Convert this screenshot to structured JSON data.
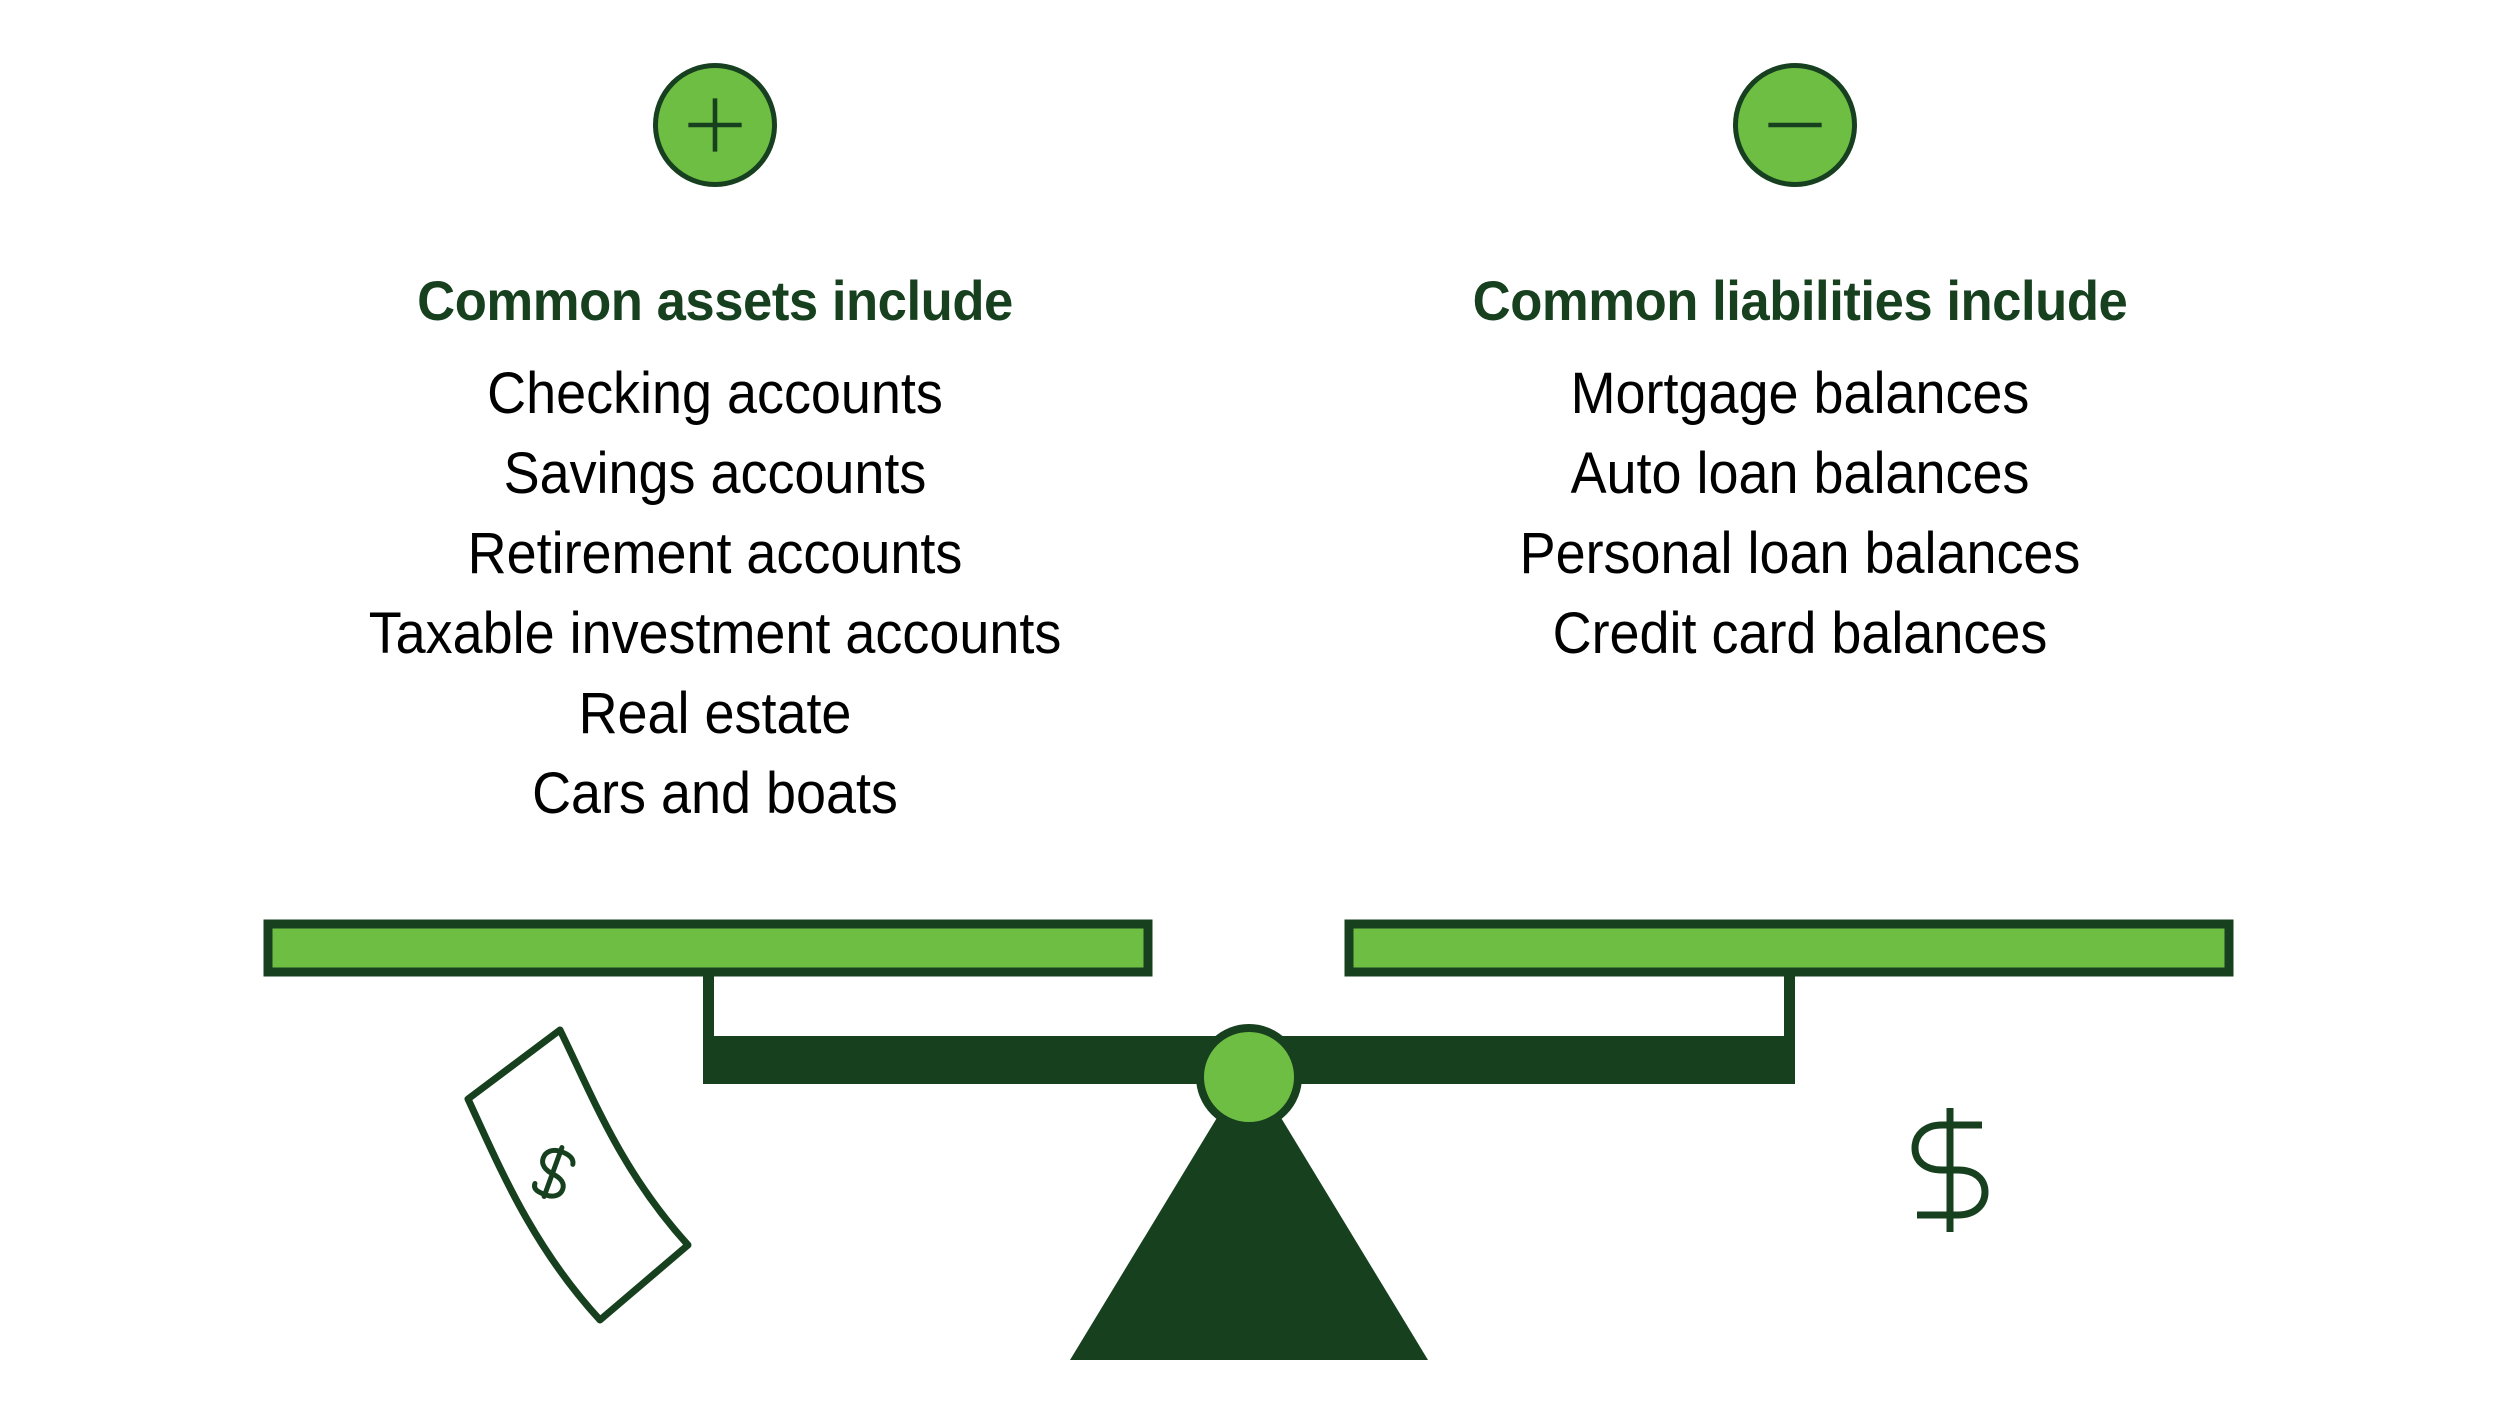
{
  "colors": {
    "dark_green": "#17401f",
    "light_green": "#6fbe44",
    "text_black": "#000000",
    "background": "#ffffff"
  },
  "icons": {
    "plus": "plus-icon",
    "minus": "minus-icon",
    "banknote": "banknote-icon",
    "dollar_sign": "dollar-sign-icon"
  },
  "assets": {
    "heading": "Common assets include",
    "items": [
      "Checking accounts",
      "Savings accounts",
      "Retirement accounts",
      "Taxable investment accounts",
      "Real estate",
      "Cars and boats"
    ]
  },
  "liabilities": {
    "heading": "Common liabilities include",
    "items": [
      "Mortgage balances",
      "Auto loan balances",
      "Personal loan balances",
      "Credit card balances"
    ]
  },
  "scale": {
    "label": "balance-scale-illustration",
    "left_pan": "assets-pan",
    "right_pan": "liabilities-pan",
    "beam": "scale-beam",
    "pivot": "scale-pivot",
    "fulcrum": "scale-fulcrum",
    "banknote_symbol": "$",
    "dollar_symbol": "$"
  }
}
